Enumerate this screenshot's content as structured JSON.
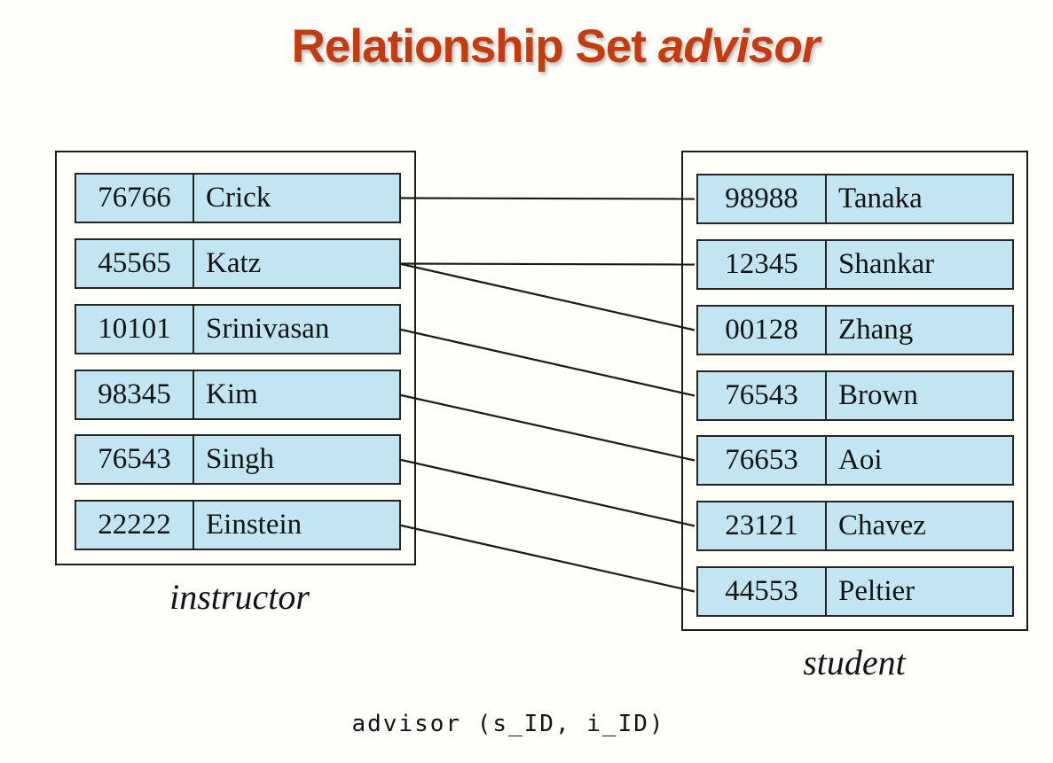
{
  "title": {
    "main": "Relationship Set",
    "emphasis": "advisor"
  },
  "instructor_table": {
    "label": "instructor",
    "rows": [
      {
        "id": "76766",
        "name": "Crick"
      },
      {
        "id": "45565",
        "name": "Katz"
      },
      {
        "id": "10101",
        "name": "Srinivasan"
      },
      {
        "id": "98345",
        "name": "Kim"
      },
      {
        "id": "76543",
        "name": "Singh"
      },
      {
        "id": "22222",
        "name": "Einstein"
      }
    ]
  },
  "student_table": {
    "label": "student",
    "rows": [
      {
        "id": "98988",
        "name": "Tanaka"
      },
      {
        "id": "12345",
        "name": "Shankar"
      },
      {
        "id": "00128",
        "name": "Zhang"
      },
      {
        "id": "76543",
        "name": "Brown"
      },
      {
        "id": "76653",
        "name": "Aoi"
      },
      {
        "id": "23121",
        "name": "Chavez"
      },
      {
        "id": "44553",
        "name": "Peltier"
      }
    ]
  },
  "connections": [
    {
      "instructor_id": "76766",
      "student_id": "98988"
    },
    {
      "instructor_id": "45565",
      "student_id": "12345"
    },
    {
      "instructor_id": "45565",
      "student_id": "00128"
    },
    {
      "instructor_id": "10101",
      "student_id": "76543"
    },
    {
      "instructor_id": "98345",
      "student_id": "76653"
    },
    {
      "instructor_id": "76543",
      "student_id": "23121"
    },
    {
      "instructor_id": "22222",
      "student_id": "44553"
    }
  ],
  "caption": "advisor (s_ID, i_ID)",
  "colors": {
    "title": "#c53b10",
    "row_fill": "#c2e5f1",
    "line": "#1a1a1a"
  }
}
